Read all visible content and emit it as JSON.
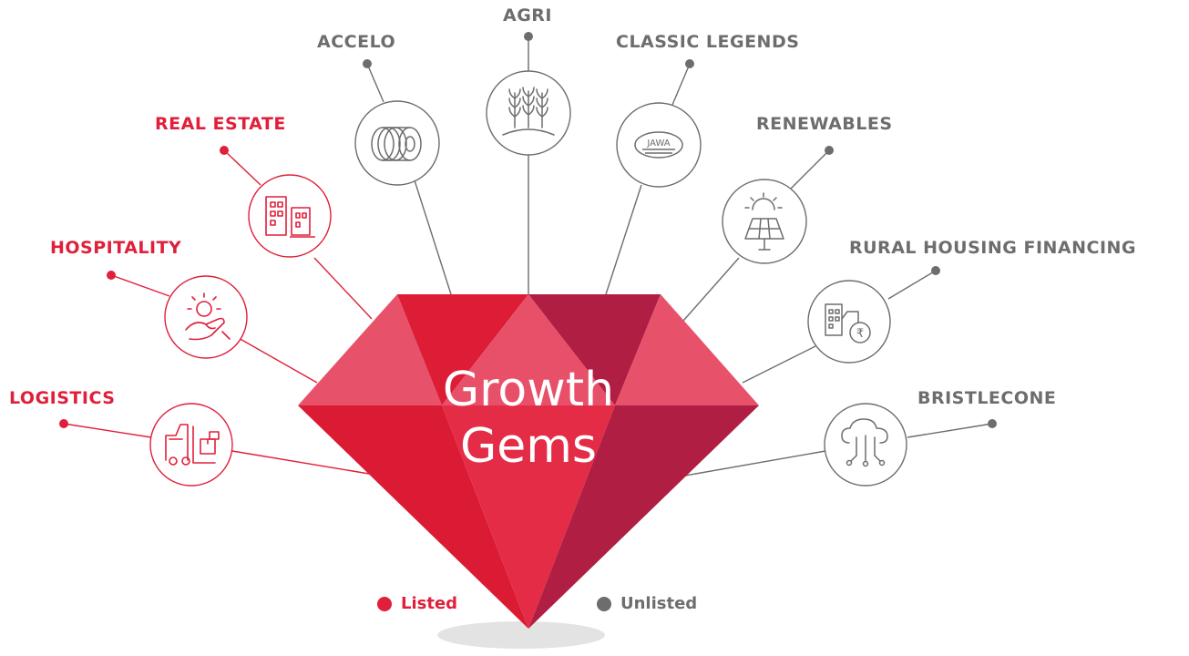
{
  "gem": {
    "line1": "Growth",
    "line2": "Gems"
  },
  "legend": {
    "listed": {
      "label": "Listed",
      "color": "#e01f3a"
    },
    "unlisted": {
      "label": "Unlisted",
      "color": "#6d6d6d"
    }
  },
  "businesses": [
    {
      "name": "LOGISTICS",
      "status": "listed",
      "icon": "forklift-icon"
    },
    {
      "name": "HOSPITALITY",
      "status": "listed",
      "icon": "sun-hand-icon"
    },
    {
      "name": "REAL ESTATE",
      "status": "listed",
      "icon": "buildings-icon"
    },
    {
      "name": "ACCELO",
      "status": "unlisted",
      "icon": "steel-coil-icon"
    },
    {
      "name": "AGRI",
      "status": "unlisted",
      "icon": "crop-icon"
    },
    {
      "name": "CLASSIC LEGENDS",
      "status": "unlisted",
      "icon": "jawa-logo-icon",
      "icon_text": "JAWA"
    },
    {
      "name": "RENEWABLES",
      "status": "unlisted",
      "icon": "solar-panel-icon"
    },
    {
      "name": "RURAL HOUSING FINANCING",
      "status": "unlisted",
      "icon": "house-rupee-icon",
      "icon_text": "₹"
    },
    {
      "name": "BRISTLECONE",
      "status": "unlisted",
      "icon": "cloud-network-icon"
    }
  ]
}
